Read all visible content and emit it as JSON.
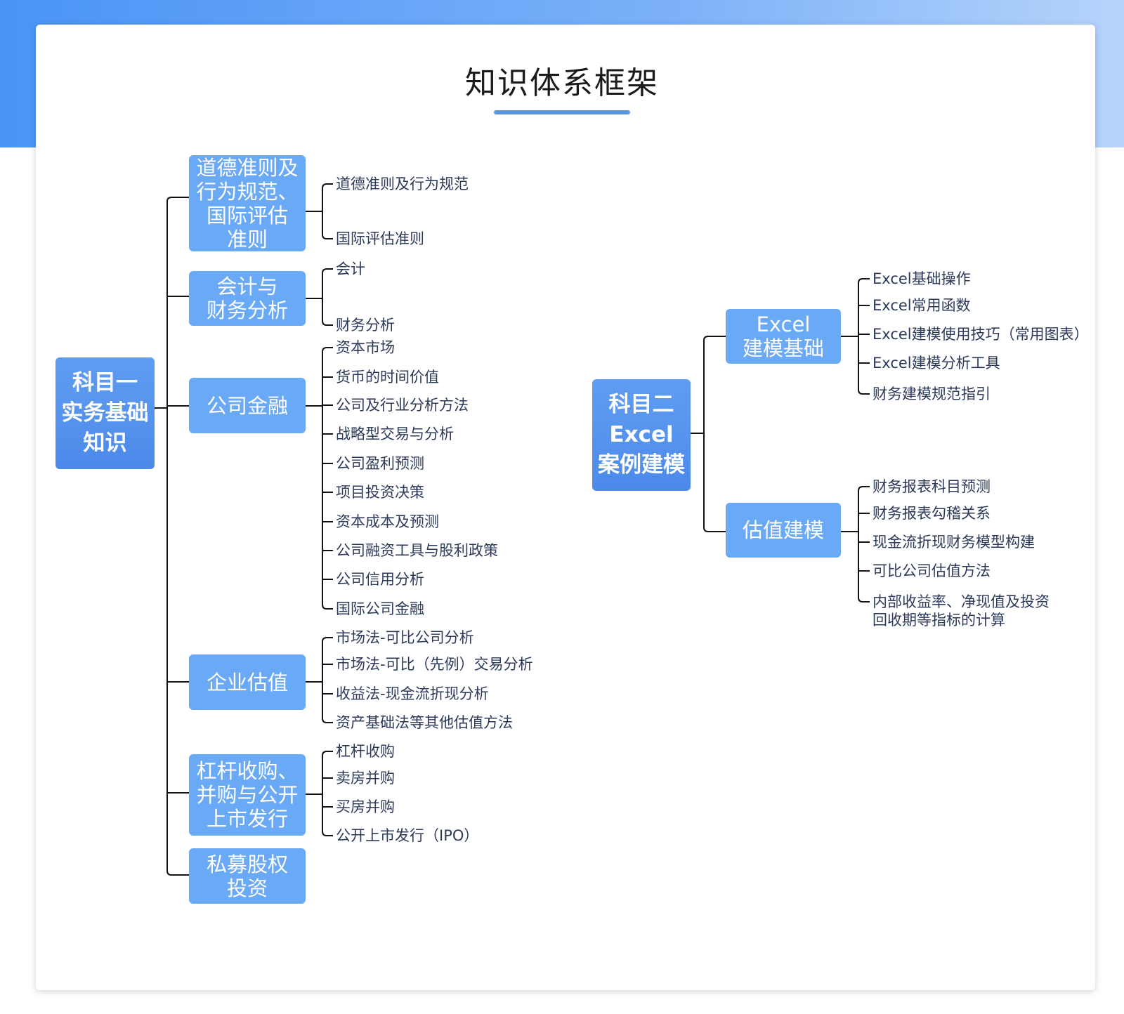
{
  "title": "知识体系框架",
  "subject1": {
    "label": "科目一\n实务基础\n知识",
    "branches": [
      {
        "label": "道德准则及\n行为规范、\n国际评估\n准则",
        "leaves": [
          "道德准则及行为规范",
          "国际评估准则"
        ]
      },
      {
        "label": "会计与\n财务分析",
        "leaves": [
          "会计",
          "财务分析"
        ]
      },
      {
        "label": "公司金融",
        "leaves": [
          "资本市场",
          "货币的时间价值",
          "公司及行业分析方法",
          "战略型交易与分析",
          "公司盈利预测",
          "项目投资决策",
          "资本成本及预测",
          "公司融资工具与股利政策",
          "公司信用分析",
          "国际公司金融"
        ]
      },
      {
        "label": "企业估值",
        "leaves": [
          "市场法-可比公司分析",
          "市场法-可比（先例）交易分析",
          "收益法-现金流折现分析",
          "资产基础法等其他估值方法"
        ]
      },
      {
        "label": "杠杆收购、\n并购与公开\n上市发行",
        "leaves": [
          "杠杆收购",
          "卖房并购",
          "买房并购",
          "公开上市发行（IPO）"
        ]
      },
      {
        "label": "私募股权\n投资",
        "leaves": []
      }
    ]
  },
  "subject2": {
    "label": "科目二\nExcel\n案例建模",
    "branches": [
      {
        "label": "Excel\n建模基础",
        "leaves": [
          "Excel基础操作",
          "Excel常用函数",
          "Excel建模使用技巧（常用图表）",
          "Excel建模分析工具",
          "财务建模规范指引"
        ]
      },
      {
        "label": "估值建模",
        "leaves": [
          "财务报表科目预测",
          "财务报表勾稽关系",
          "现金流折现财务模型构建",
          "可比公司估值方法",
          "内部收益率、净现值及投资\n回收期等指标的计算"
        ]
      }
    ]
  },
  "colors": {
    "accent": "#5a95e0",
    "node_fill": "#6aa9f5",
    "root_fill": "#4c8aea",
    "line": "#111111",
    "leaf_text": "#2c3a5a"
  }
}
